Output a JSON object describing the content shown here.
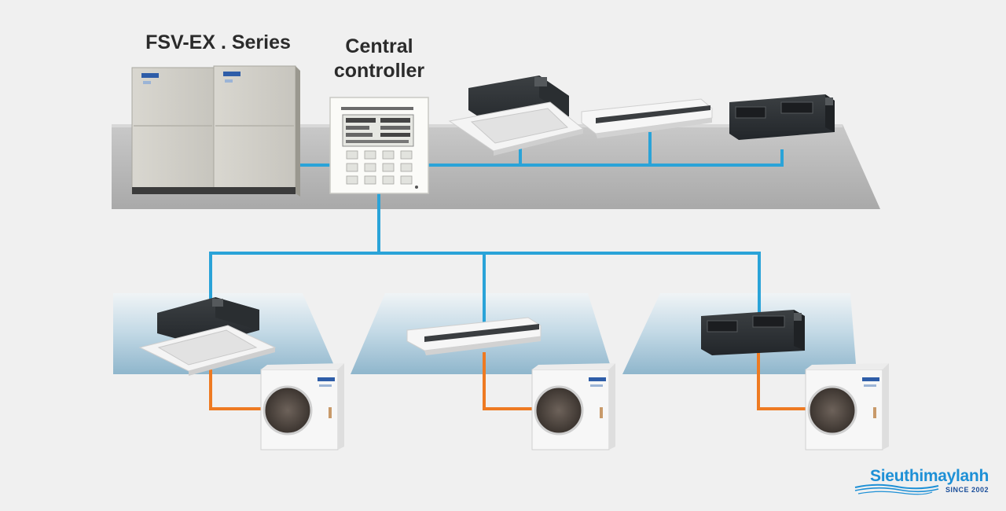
{
  "labels": {
    "fsv_series": "FSV-EX . Series",
    "central_controller_line1": "Central",
    "central_controller_line2": "controller"
  },
  "logo": {
    "brand": "Sieuthimaylanh",
    "since": "SINCE 2002"
  },
  "colors": {
    "background": "#f0f0f0",
    "floor_gray": "#b3b3b3",
    "floor_blue": "#c8dde8",
    "control_line_blue": "#2aa3d8",
    "refrigerant_line_orange": "#ee7a22",
    "logo_blue": "#1e90d6"
  },
  "icons": [
    "vrf-outdoor-unit",
    "central-controller-panel",
    "ceiling-cassette-unit",
    "ceiling-suspended-unit",
    "ducted-unit",
    "split-outdoor-unit"
  ]
}
